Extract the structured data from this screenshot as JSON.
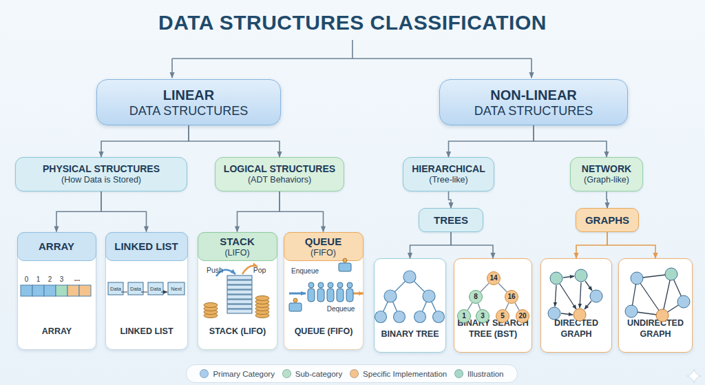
{
  "diagram": {
    "title": "DATA STRUCTURES CLASSIFICATION",
    "nodes": [
      {
        "text": [
          "LINEAR",
          "DATA STRUCTURES"
        ]
      },
      {
        "text": [
          "NON-LINEAR",
          "DATA STRUCTURES"
        ]
      },
      {
        "text": [
          "PHYSICAL STRUCTURES",
          "(How Data is Stored)"
        ]
      },
      {
        "text": [
          "LOGICAL STRUCTURES",
          "(ADT Behaviors)"
        ]
      },
      {
        "text": [
          "HIERARCHICAL",
          "(Tree-like)"
        ]
      },
      {
        "text": [
          "NETWORK",
          "(Graph-like)"
        ]
      },
      {
        "text": [
          "TREES"
        ]
      },
      {
        "text": [
          "GRAPHS"
        ]
      },
      {
        "text": [
          "ARRAY"
        ]
      },
      {
        "text": [
          "ARRAY"
        ],
        "in": 8
      },
      {
        "text": [
          "LINKED LIST"
        ]
      },
      {
        "text": [
          "LINKED LIST"
        ],
        "in": 10
      },
      {
        "text": [
          "STACK (LIFO)"
        ]
      },
      {
        "text": [
          "STACK",
          "(LIFO)"
        ],
        "in": 12
      },
      {
        "text": [
          "QUEUE (FIFO)"
        ]
      },
      {
        "text": [
          "QUEUE",
          "(FIFO)"
        ],
        "in": 14
      },
      {
        "text": [
          "BINARY TREE"
        ]
      },
      {
        "text": [
          "BINARY SEARCH TREE (BST)"
        ]
      },
      {
        "text": [
          "14"
        ],
        "in": 17
      },
      {
        "text": [
          "8"
        ],
        "in": 17
      },
      {
        "text": [
          "16"
        ],
        "in": 17
      },
      {
        "text": [
          "1"
        ],
        "in": 17
      },
      {
        "text": [
          "3"
        ],
        "in": 17
      },
      {
        "text": [
          "5"
        ],
        "in": 17
      },
      {
        "text": [
          "20"
        ],
        "in": 17
      },
      {
        "text": [
          "DIRECTED GRAPH"
        ]
      },
      {
        "text": [
          "UNDIRECTED GRAPH"
        ]
      }
    ],
    "edges": [
      {
        "from": 0,
        "to": 2,
        "arrow": "to"
      },
      {
        "from": 0,
        "to": 3,
        "arrow": "to"
      },
      {
        "from": 1,
        "to": 4,
        "arrow": "to"
      },
      {
        "from": 1,
        "to": 5,
        "arrow": "to"
      },
      {
        "from": 2,
        "to": 9,
        "arrow": "to"
      },
      {
        "from": 2,
        "to": 11,
        "arrow": "to"
      },
      {
        "from": 3,
        "to": 13,
        "arrow": "to"
      },
      {
        "from": 3,
        "to": 15,
        "arrow": "to"
      },
      {
        "from": 4,
        "to": 6,
        "arrow": "to"
      },
      {
        "from": 5,
        "to": 7,
        "arrow": "to"
      },
      {
        "from": 6,
        "to": 16,
        "arrow": "to"
      },
      {
        "from": 6,
        "to": 17,
        "arrow": "to"
      },
      {
        "from": 7,
        "to": 25,
        "arrow": "to"
      },
      {
        "from": 7,
        "to": 26,
        "arrow": "to"
      },
      {
        "from": 18,
        "to": 19,
        "arrow": "none"
      },
      {
        "from": 18,
        "to": 20,
        "arrow": "none"
      },
      {
        "from": 19,
        "to": 21,
        "arrow": "none"
      },
      {
        "from": 19,
        "to": 22,
        "arrow": "none"
      },
      {
        "from": 20,
        "to": 23,
        "arrow": "none"
      },
      {
        "from": 20,
        "to": 24,
        "arrow": "none"
      }
    ],
    "labels": [
      "0",
      "1",
      "2",
      "3",
      "...",
      "Data",
      "Data",
      "Data",
      "Next",
      "Push",
      "Pop",
      "Enqueue",
      "Dequeue"
    ],
    "legend": [
      {
        "text": "Primary Category",
        "color": "#a9cdee"
      },
      {
        "text": "Sub-category",
        "color": "#b8e0c8"
      },
      {
        "text": "Specific Implementation",
        "color": "#f5c48c"
      },
      {
        "text": "Illustration",
        "color": "#a8d8c8"
      }
    ]
  }
}
